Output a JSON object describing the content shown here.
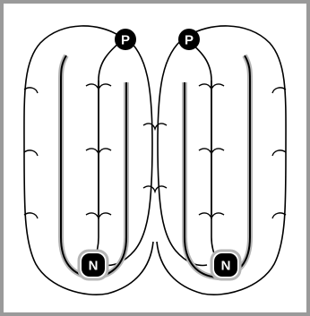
{
  "diagram": {
    "nodes": [
      {
        "id": "p-left",
        "label": "P"
      },
      {
        "id": "p-right",
        "label": "P"
      },
      {
        "id": "n-left",
        "label": "N"
      },
      {
        "id": "n-right",
        "label": "N"
      }
    ],
    "colors": {
      "background": "#ffffff",
      "frame_border": "#9a9a9a",
      "line": "#000000",
      "conductor_halo": "#b5b5b5",
      "node_fill": "#000000",
      "node_text": "#ffffff"
    }
  }
}
